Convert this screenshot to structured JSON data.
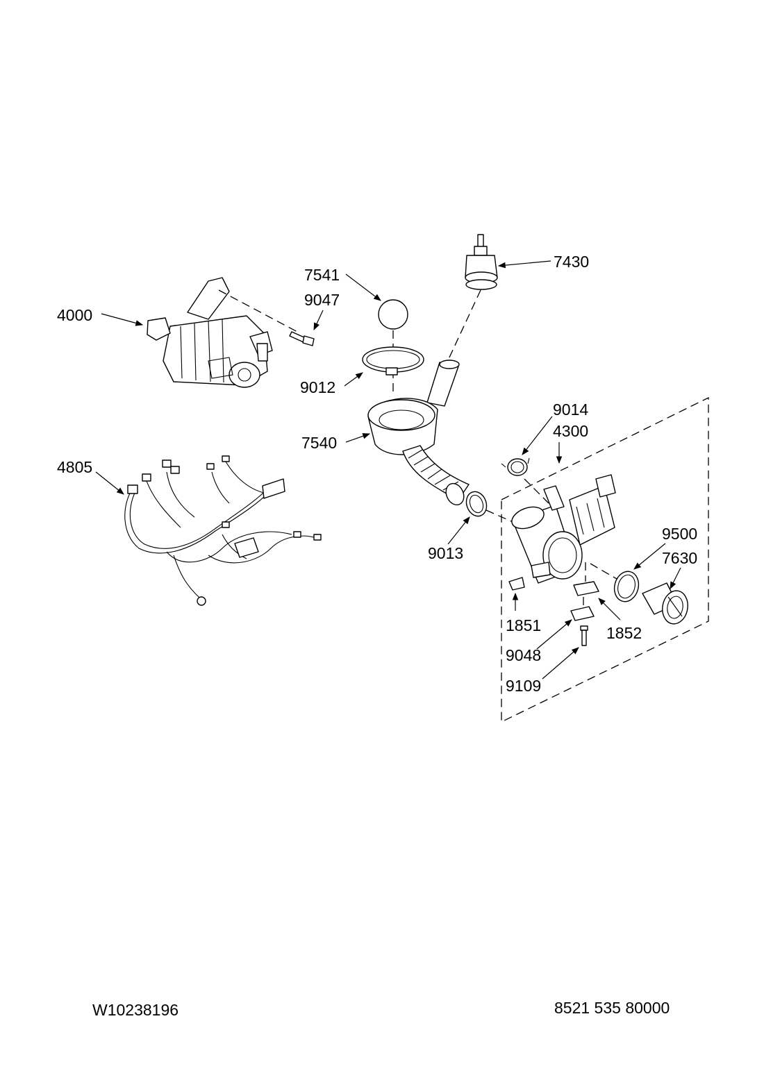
{
  "callouts": [
    {
      "id": "4000"
    },
    {
      "id": "9047"
    },
    {
      "id": "7541"
    },
    {
      "id": "7430"
    },
    {
      "id": "9012"
    },
    {
      "id": "7540"
    },
    {
      "id": "4805"
    },
    {
      "id": "9014"
    },
    {
      "id": "4300"
    },
    {
      "id": "9013"
    },
    {
      "id": "9500"
    },
    {
      "id": "7630"
    },
    {
      "id": "1851"
    },
    {
      "id": "1852"
    },
    {
      "id": "9048"
    },
    {
      "id": "9109"
    }
  ],
  "footer": {
    "left_code": "W10238196",
    "right_code": "8521 535 80000"
  }
}
